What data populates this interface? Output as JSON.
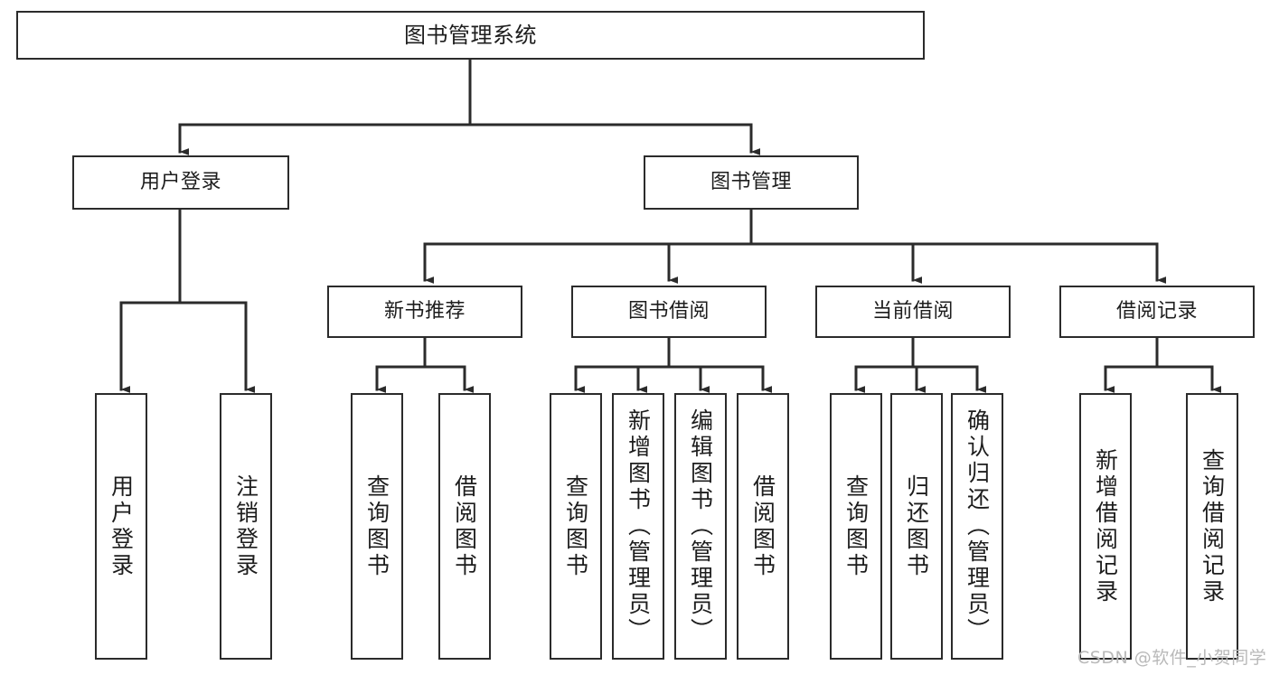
{
  "diagram": {
    "title": "图书管理系统",
    "type": "tree",
    "orientation": "top-down",
    "colors": {
      "box_border": "#2b2b2b",
      "box_fill": "#ffffff",
      "connector": "#2b2b2b",
      "text": "#1d1d1d",
      "watermark": "#b9b9b9",
      "background": "#ffffff"
    },
    "root": {
      "label": "图书管理系统"
    },
    "level1": [
      {
        "label": "用户登录"
      },
      {
        "label": "图书管理"
      }
    ],
    "level2": [
      {
        "label": "新书推荐"
      },
      {
        "label": "图书借阅"
      },
      {
        "label": "当前借阅"
      },
      {
        "label": "借阅记录"
      }
    ],
    "leaves": {
      "user_login": [
        {
          "label": "用户登录"
        },
        {
          "label": "注销登录"
        }
      ],
      "new_book_recommend": [
        {
          "label": "查询图书"
        },
        {
          "label": "借阅图书"
        }
      ],
      "book_borrow": [
        {
          "label": "查询图书"
        },
        {
          "label": "新增图书（管理员）"
        },
        {
          "label": "编辑图书（管理员）"
        },
        {
          "label": "借阅图书"
        }
      ],
      "current_borrow": [
        {
          "label": "查询图书"
        },
        {
          "label": "归还图书"
        },
        {
          "label": "确认归还（管理员）"
        }
      ],
      "borrow_record": [
        {
          "label": "新增借阅记录"
        },
        {
          "label": "查询借阅记录"
        }
      ]
    }
  },
  "watermark": {
    "text": "CSDN @软件_小贺同学"
  }
}
